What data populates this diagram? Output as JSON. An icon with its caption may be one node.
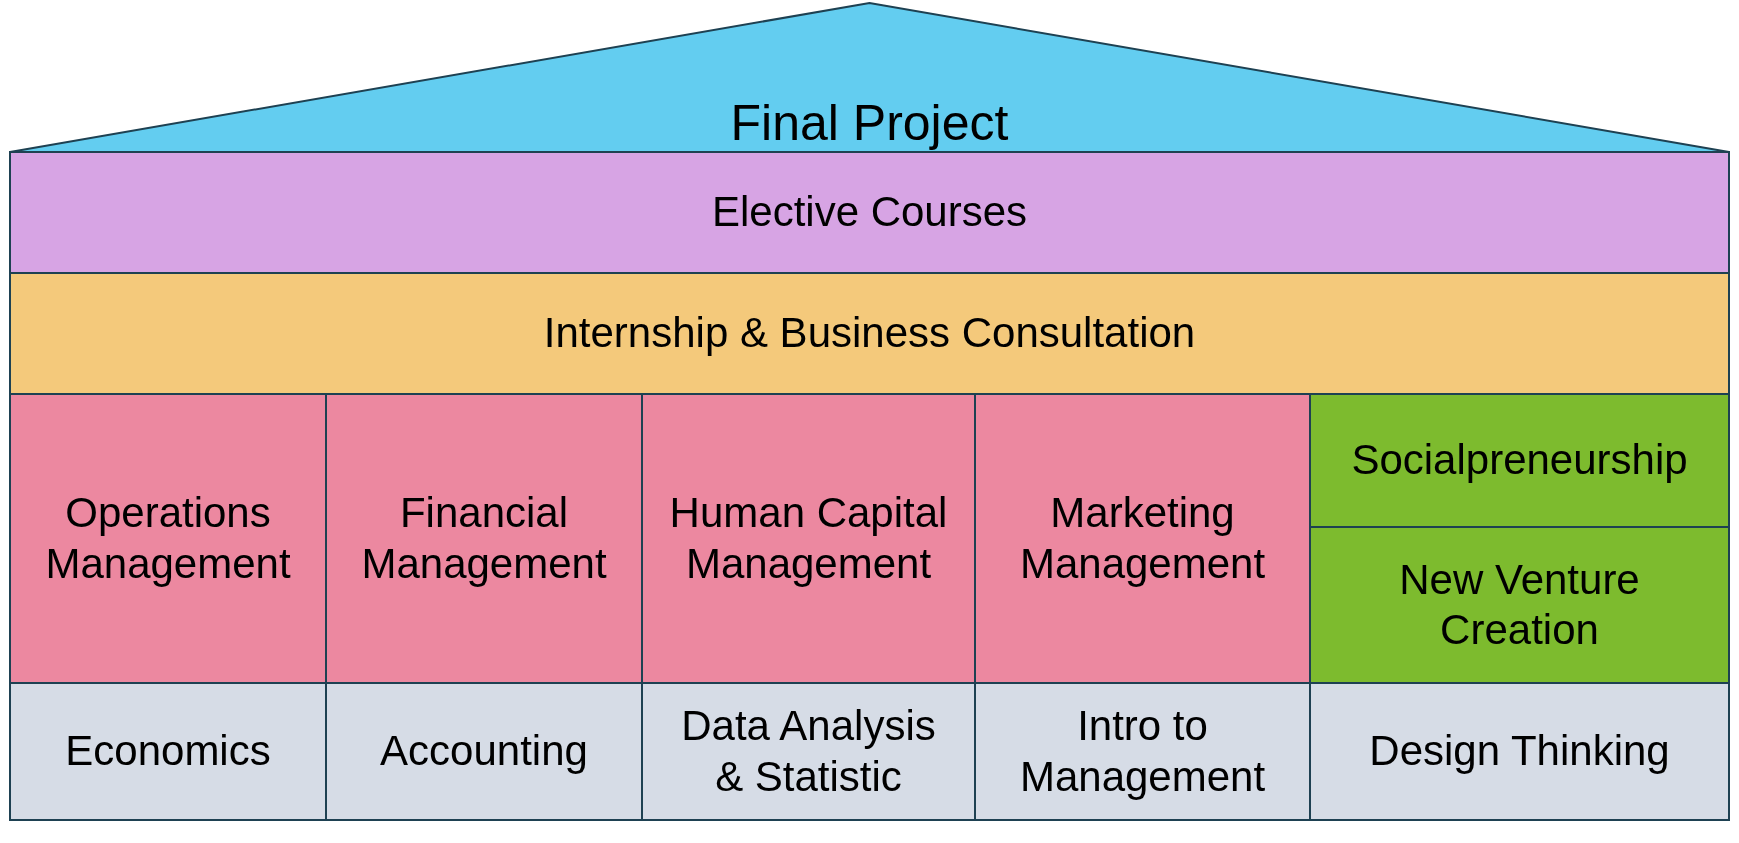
{
  "diagram": {
    "nodes": [
      {
        "text": [
          "Final Project"
        ]
      },
      {
        "text": [
          "Elective Courses"
        ]
      },
      {
        "text": [
          "Internship & Business Consultation"
        ]
      },
      {
        "text": [
          "Operations Management"
        ]
      },
      {
        "text": [
          "Financial Management"
        ]
      },
      {
        "text": [
          "Human Capital Management"
        ]
      },
      {
        "text": [
          "Marketing Management"
        ]
      },
      {
        "text": [
          "Socialpreneurship"
        ]
      },
      {
        "text": [
          "New Venture Creation"
        ]
      },
      {
        "text": [
          "Economics"
        ]
      },
      {
        "text": [
          "Accounting"
        ]
      },
      {
        "text": [
          "Data Analysis & Statistic"
        ]
      },
      {
        "text": [
          "Intro to Management"
        ]
      },
      {
        "text": [
          "Design Thinking"
        ]
      }
    ]
  }
}
